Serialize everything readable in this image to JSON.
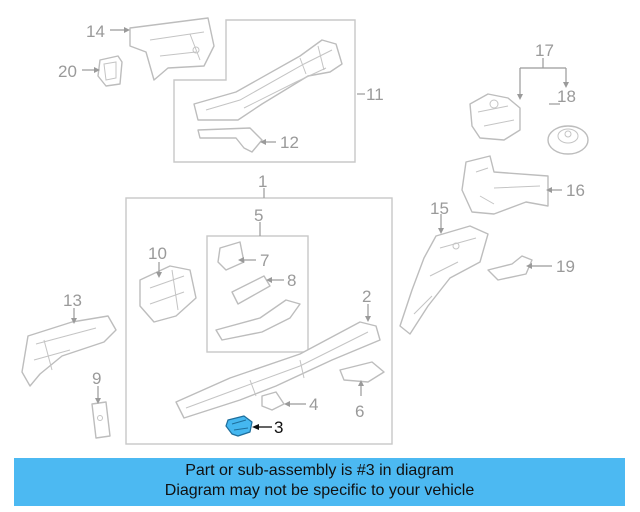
{
  "diagram": {
    "callouts": [
      "1",
      "2",
      "3",
      "4",
      "5",
      "6",
      "7",
      "8",
      "9",
      "10",
      "11",
      "12",
      "13",
      "14",
      "15",
      "16",
      "17",
      "18",
      "19",
      "20"
    ],
    "highlighted_part": "3",
    "highlight_color": "#45b7f0"
  },
  "banner": {
    "line1": "Part or sub-assembly is #3 in diagram",
    "line2": "Diagram may not be specific to your vehicle",
    "background": "#4cb9f2"
  }
}
